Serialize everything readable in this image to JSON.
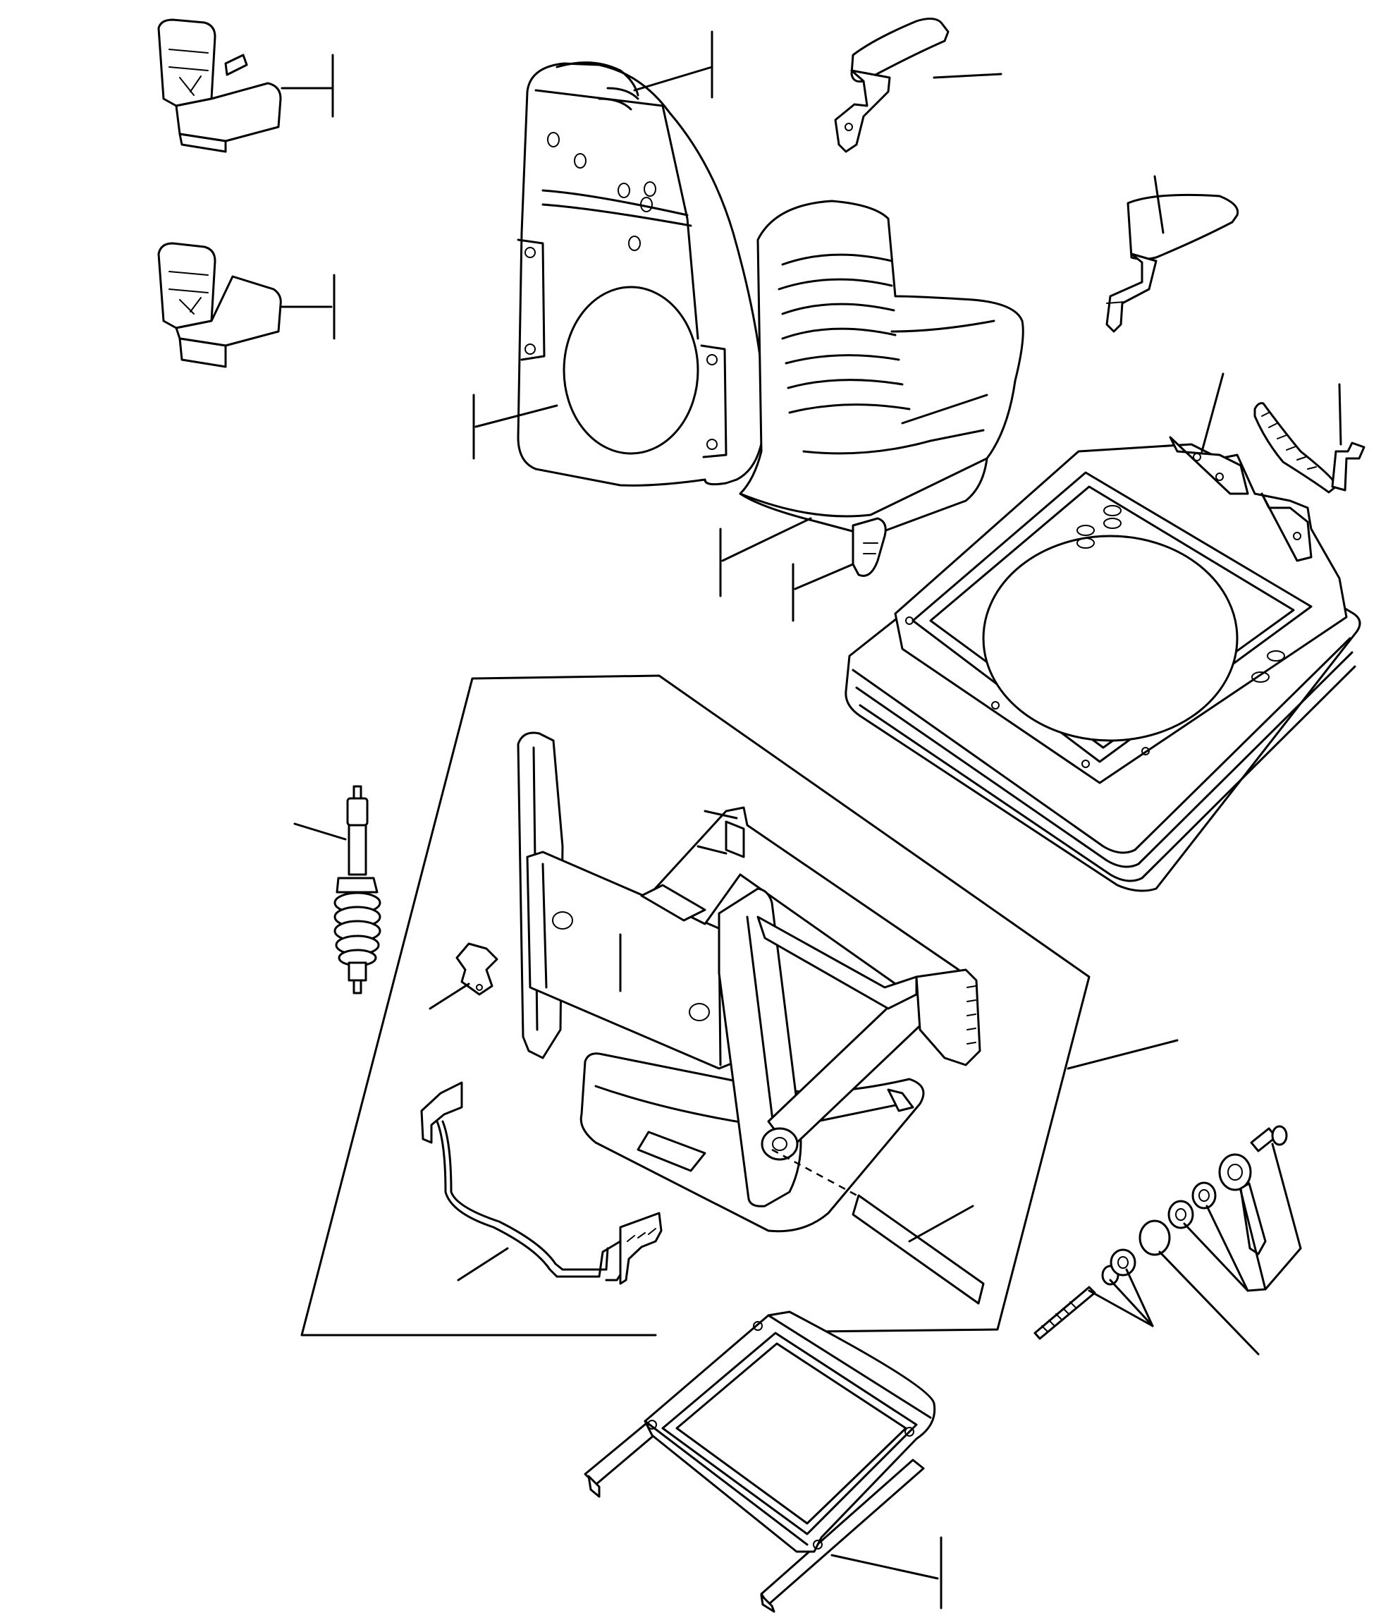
{
  "diagram": {
    "type": "exploded-parts-view",
    "labels": [],
    "components": [
      "seat-variant-a-thumbnail",
      "seat-variant-b-thumbnail",
      "operator-seat",
      "left-armrest",
      "right-armrest",
      "seat-mounting-frame-with-bellows",
      "adjuster-strap",
      "suspension-mechanism",
      "shock-absorber",
      "small-clip",
      "height-adjust-rod",
      "slide-rails",
      "fastener-set"
    ],
    "line_color": "#000000",
    "background_color": "#ffffff"
  }
}
